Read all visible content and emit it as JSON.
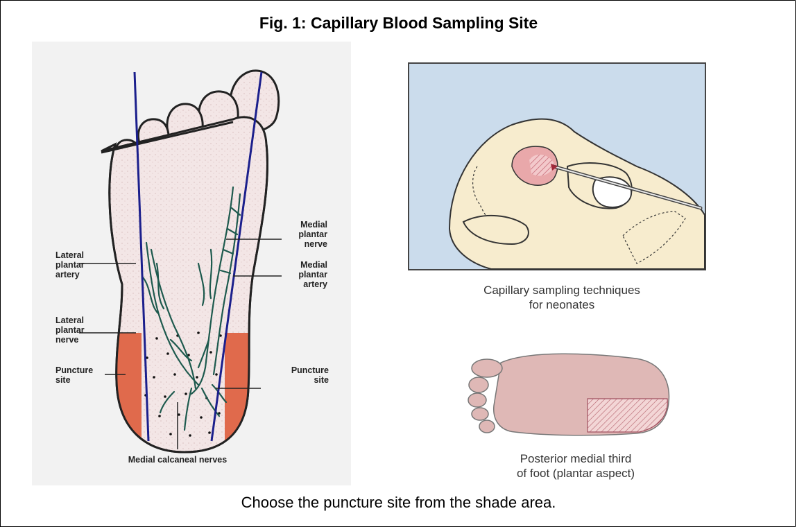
{
  "figure": {
    "title": "Fig. 1: Capillary Blood Sampling Site",
    "caption": "Choose the puncture site from the shade area."
  },
  "foot_diagram": {
    "labels": {
      "lateral_plantar_artery": [
        "Lateral",
        "plantar",
        "artery"
      ],
      "lateral_plantar_nerve": [
        "Lateral",
        "plantar",
        "nerve"
      ],
      "puncture_site_left": [
        "Puncture",
        "site"
      ],
      "medial_plantar_nerve": [
        "Medial",
        "plantar",
        "nerve"
      ],
      "medial_plantar_artery": [
        "Medial",
        "plantar",
        "artery"
      ],
      "puncture_site_right": [
        "Puncture",
        "site"
      ],
      "medial_calcaneal_nerves": "Medial calcaneal nerves"
    },
    "colors": {
      "skin": "#f3e6e6",
      "puncture_zone": "#e06a4c",
      "boundary_lines": "#1b1f8c",
      "vessels": "#1e5a4e"
    }
  },
  "hand_illustration": {
    "caption_lines": [
      "Capillary sampling techniques",
      "for neonates"
    ],
    "colors": {
      "background": "#cbdcec",
      "skin": "#f7ecce",
      "heel": "#e9a8aa"
    }
  },
  "heel_illustration": {
    "caption_lines": [
      "Posterior medial third",
      "of foot (plantar aspect)"
    ],
    "colors": {
      "skin": "#dfb8b6",
      "hatch": "#b05a66"
    }
  }
}
